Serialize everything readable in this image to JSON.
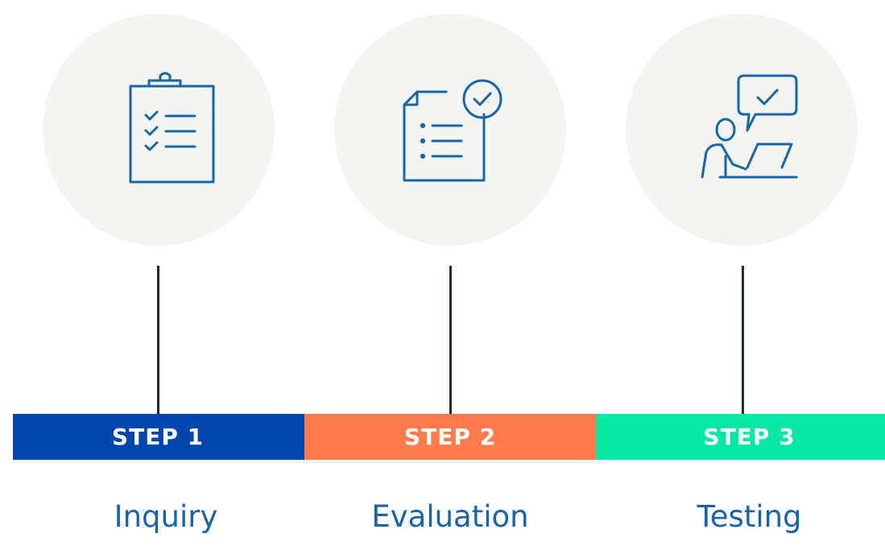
{
  "colors": {
    "step1": "#0046ad",
    "step2": "#ff7a4c",
    "step3": "#06e8a4",
    "icon_stroke": "#1766a8",
    "label": "#1a63a8",
    "connector": "#1f2a33",
    "circle": "#f4f4f2"
  },
  "steps": [
    {
      "badge": "STEP 1",
      "label": "Inquiry",
      "icon": "clipboard-checklist-icon"
    },
    {
      "badge": "STEP 2",
      "label": "Evaluation",
      "icon": "document-checkmark-icon"
    },
    {
      "badge": "STEP 3",
      "label": "Testing",
      "icon": "person-laptop-approval-icon"
    }
  ]
}
